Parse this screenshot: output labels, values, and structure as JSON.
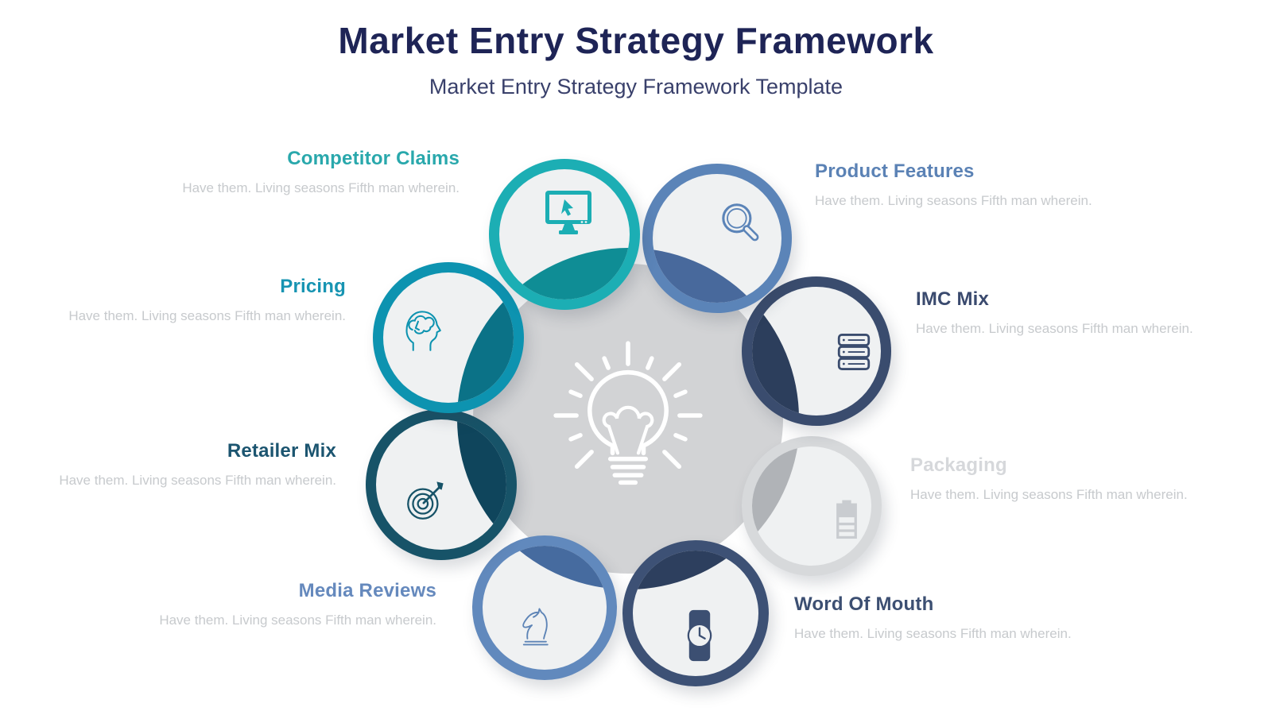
{
  "header": {
    "title": "Market Entry Strategy Framework",
    "subtitle": "Market Entry Strategy Framework Template",
    "title_color": "#1e2456",
    "subtitle_color": "#39406b"
  },
  "center": {
    "icon": "lightbulb-icon",
    "circle_color": "#d2d3d5",
    "icon_color": "#ffffff"
  },
  "items": [
    {
      "id": "competitor-claims",
      "label": "Competitor Claims",
      "description": "Have them. Living seasons Fifth man wherein.",
      "icon": "computer-cursor-icon",
      "label_color": "#29a8ac",
      "ring_color": "#1caeb4",
      "overlap_color": "#0f8d95",
      "icon_color": "#1caeb4"
    },
    {
      "id": "product-features",
      "label": "Product Features",
      "description": "Have them. Living seasons Fifth man wherein.",
      "icon": "magnifier-icon",
      "label_color": "#5b82b5",
      "ring_color": "#5b84b8",
      "overlap_color": "#48699c",
      "icon_color": "#5b84b8"
    },
    {
      "id": "pricing",
      "label": "Pricing",
      "description": "Have them. Living seasons Fifth man wherein.",
      "icon": "head-brain-icon",
      "label_color": "#1794b2",
      "ring_color": "#0d93b0",
      "overlap_color": "#0b7287",
      "icon_color": "#0d93b0"
    },
    {
      "id": "imc-mix",
      "label": "IMC Mix",
      "description": "Have them. Living seasons Fifth man wherein.",
      "icon": "server-stack-icon",
      "label_color": "#3a4a6e",
      "ring_color": "#3a4c6e",
      "overlap_color": "#2c3e5c",
      "icon_color": "#3a4c6e"
    },
    {
      "id": "retailer-mix",
      "label": "Retailer Mix",
      "description": "Have them. Living seasons Fifth man wherein.",
      "icon": "target-arrow-icon",
      "label_color": "#1c5570",
      "ring_color": "#175368",
      "overlap_color": "#0f455c",
      "icon_color": "#175368"
    },
    {
      "id": "packaging",
      "label": "Packaging",
      "description": "Have them. Living seasons Fifth man wherein.",
      "icon": "battery-icon",
      "label_color": "#d6d8db",
      "ring_color": "#d7d9db",
      "overlap_color": "#b0b3b7",
      "icon_color": "#c9ccd0"
    },
    {
      "id": "media-reviews",
      "label": "Media Reviews",
      "description": "Have them. Living seasons Fifth man wherein.",
      "icon": "chess-knight-icon",
      "label_color": "#6589bd",
      "ring_color": "#6189bd",
      "overlap_color": "#466b9f",
      "icon_color": "#5d84b6"
    },
    {
      "id": "word-of-mouth",
      "label": "Word Of Mouth",
      "description": "Have them. Living seasons Fifth man wherein.",
      "icon": "wristwatch-icon",
      "label_color": "#3c4f72",
      "ring_color": "#3d5175",
      "overlap_color": "#2d3f5e",
      "icon_color": "#3c4f72"
    }
  ]
}
